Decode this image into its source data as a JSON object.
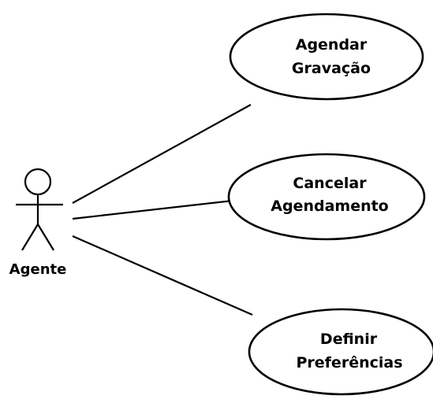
{
  "actor": {
    "name": "Agente"
  },
  "use_cases": [
    {
      "line1": "Agendar",
      "line2": "Gravação"
    },
    {
      "line1": "Cancelar",
      "line2": "Agendamento"
    },
    {
      "line1": "Definir",
      "line2": "Preferências"
    }
  ],
  "colors": {
    "stroke": "#000000",
    "background": "#ffffff"
  }
}
